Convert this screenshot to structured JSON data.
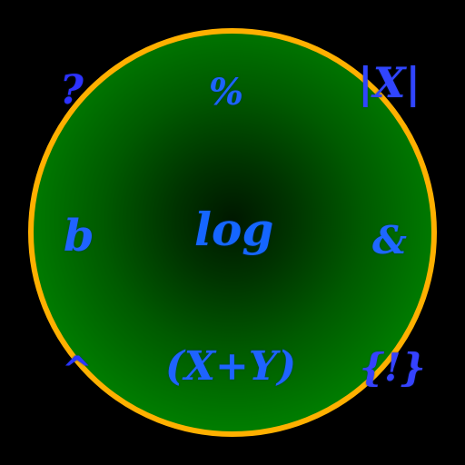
{
  "board": {
    "ring_color": "#ffb000",
    "orb_color": "#00a000",
    "background": "#000000",
    "token_color": "#1a5cff"
  },
  "tokens": {
    "question": "?",
    "percent": "%",
    "abs_x": "|X|",
    "b": "b",
    "log": "log",
    "ampersand": "&",
    "caret": "^",
    "x_plus_y": "(X+Y)",
    "factorial_set": "{!}"
  }
}
